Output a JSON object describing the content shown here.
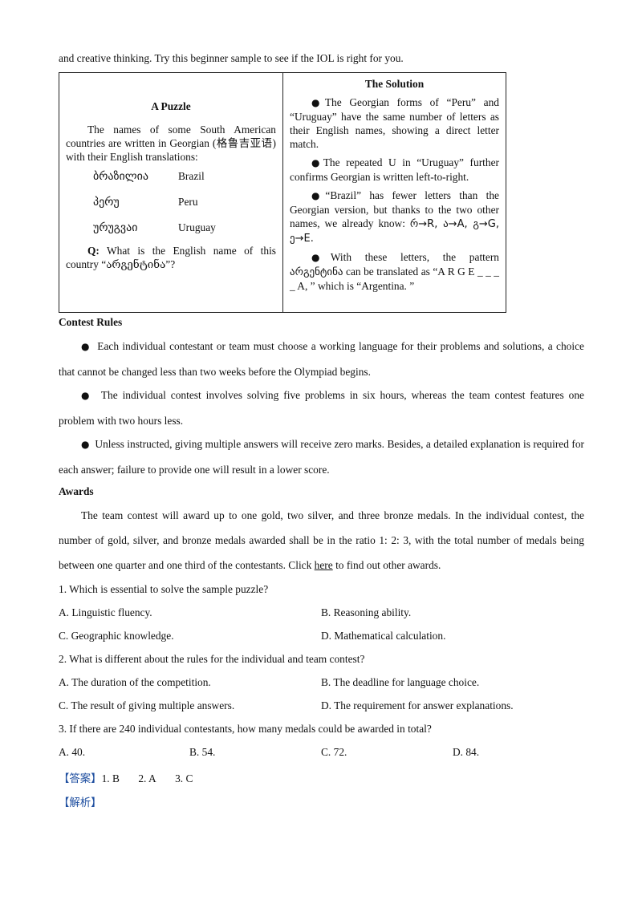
{
  "intro": "and creative thinking. Try this beginner sample to see if the IOL is right for you.",
  "puzzle": {
    "title": "A Puzzle",
    "text": "The names of some South American countries are written in Georgian (格鲁吉亚语) with their English translations:",
    "rows": [
      {
        "georgian": "ბრაზილია",
        "english": "Brazil"
      },
      {
        "georgian": "პერუ",
        "english": "Peru"
      },
      {
        "georgian": "ურუგვაი",
        "english": "Uruguay"
      }
    ],
    "q_label": "Q:",
    "q_text": "What is the English name of this country “არგენტინა”?"
  },
  "solution": {
    "title": "The Solution",
    "bullet_icon": "●",
    "p1": "The Georgian forms of “Peru” and “Uruguay” have the same number of letters as their English names, showing a direct letter match.",
    "p2": "The repeated U in “Uruguay” further confirms Georgian is written left-to-right.",
    "p3_a": "“Brazil” has fewer letters than the Georgian version, but thanks to the two other names, we already know: ",
    "p3_map": "რ→R, ა→A, გ→G, ე→E.",
    "p4_a": "With these letters, the pattern ",
    "p4_geo": "არგენტინა",
    "p4_b": " can be translated as “A R G E _ _ _ _ A, ” which is “Argentina. ”"
  },
  "contest_rules": {
    "heading": "Contest Rules",
    "rules": [
      "Each individual contestant or team must choose a working language for their problems and solutions, a choice that cannot be changed less than two weeks before the Olympiad begins.",
      "The individual contest involves solving five problems in six hours, whereas the team contest features one problem with two hours less.",
      "Unless instructed, giving multiple answers will receive zero marks. Besides, a detailed explanation is required for each answer; failure to provide one will result in a lower score."
    ]
  },
  "awards": {
    "heading": "Awards",
    "text_a": "The team contest will award up to one gold, two silver, and three bronze medals. In the individual contest, the number of gold, silver, and bronze medals awarded shall be in the ratio 1: 2: 3, with the total number of medals being between one quarter and one third of the contestants. Click ",
    "link": "here",
    "text_b": " to find out other awards."
  },
  "questions": [
    {
      "q": "1.  Which is essential to solve the sample puzzle?",
      "options": [
        "A.  Linguistic fluency.",
        "B.  Reasoning ability.",
        "C.  Geographic knowledge.",
        "D.  Mathematical calculation."
      ]
    },
    {
      "q": "2.  What is different about the rules for the individual and team contest?",
      "options": [
        "A.  The duration of the competition.",
        "B.  The deadline for language choice.",
        "C.  The result of giving multiple answers.",
        "D.  The requirement for answer explanations."
      ]
    },
    {
      "q": "3.  If there are 240 individual contestants, how many medals could be awarded in total?",
      "options": [
        "A.  40.",
        "B.  54.",
        "C.  72.",
        "D.  84."
      ]
    }
  ],
  "answer": {
    "tag": "【答案】",
    "items": [
      "1. B",
      "2. A",
      "3. C"
    ]
  },
  "analysis": {
    "tag": "【解析】"
  }
}
